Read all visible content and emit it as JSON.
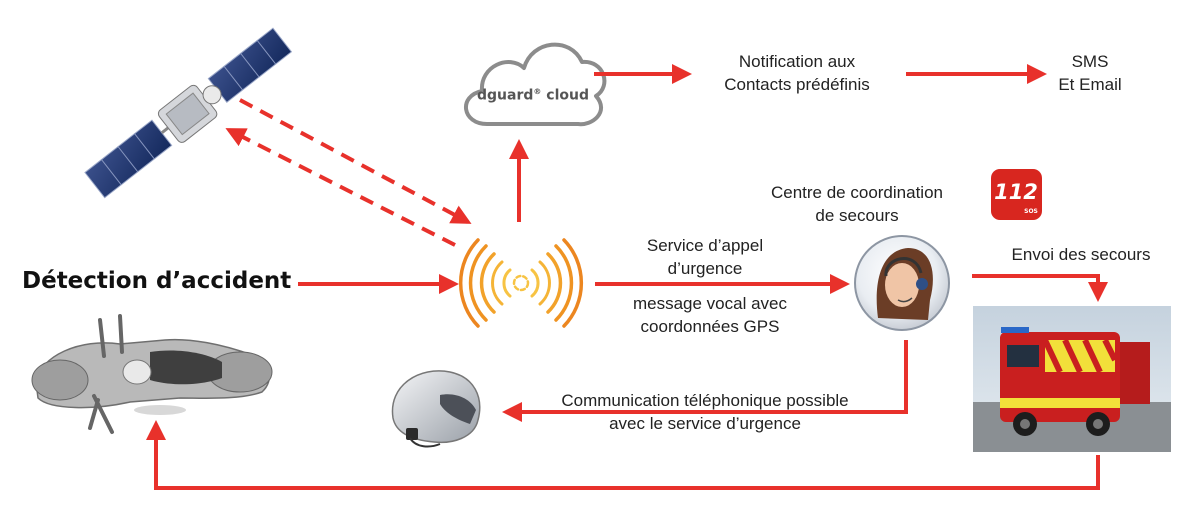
{
  "title": "Détection d’accident",
  "cloud": {
    "brand": "dguard",
    "reg": "®",
    "word": "cloud"
  },
  "notification": {
    "line1": "Notification aux",
    "line2": "Contacts prédéfinis"
  },
  "sms": {
    "line1": "SMS",
    "line2": "Et Email"
  },
  "coordination": {
    "line1": "Centre de coordination",
    "line2": "de secours"
  },
  "badge": {
    "number": "112",
    "sub": "SOS"
  },
  "service": {
    "line1": "Service d’appel",
    "line2": "d’urgence"
  },
  "message": {
    "line1": "message vocal avec",
    "line2": "coordonnées GPS"
  },
  "dispatch": "Envoi des secours",
  "communication": {
    "line1": "Communication téléphonique possible",
    "line2": "avec  le service d’urgence"
  },
  "colors": {
    "arrow": "#e8312b",
    "badge": "#d8261f",
    "signal_outer": "#f2a22a",
    "signal_inner": "#f7c343",
    "cloud_stroke": "#8c8c8c"
  },
  "icons": [
    "satellite-icon",
    "cloud-icon",
    "signal-icon",
    "badge-112-icon",
    "operator-icon",
    "ambulance-icon",
    "helmet-icon",
    "motorcycle-icon"
  ]
}
